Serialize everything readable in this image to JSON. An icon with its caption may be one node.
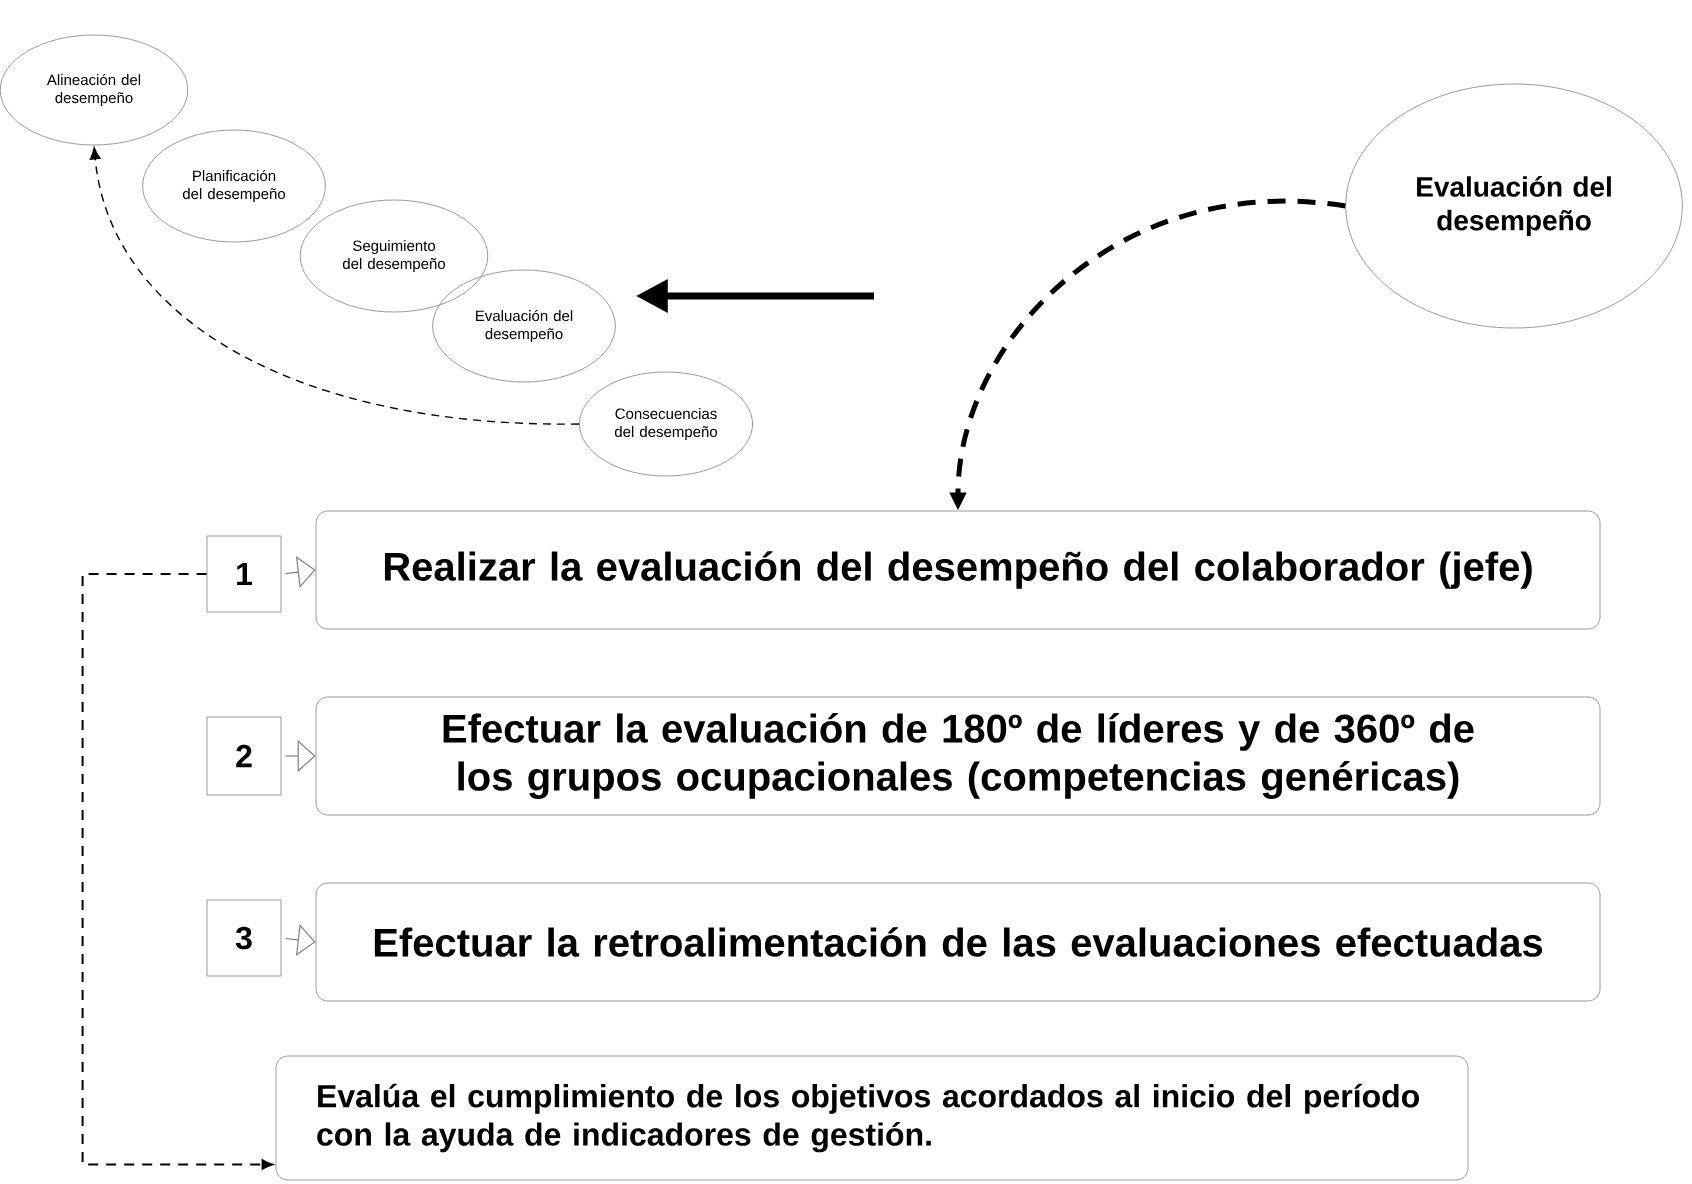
{
  "diagram": {
    "nodes": [
      {
        "text": [
          "Alineación del desempeño"
        ]
      },
      {
        "text": [
          "Planificación del desempeño"
        ]
      },
      {
        "text": [
          "Seguimiento del desempeño"
        ]
      },
      {
        "text": [
          "Evaluación del desempeño"
        ]
      },
      {
        "text": [
          "Consecuencias del desempeño"
        ]
      },
      {
        "text": [
          "Evaluación del desempeño"
        ]
      },
      {
        "text": [
          "1"
        ]
      },
      {
        "text": [
          "2"
        ]
      },
      {
        "text": [
          "3"
        ]
      },
      {
        "text": [
          "Realizar la evaluación del desempeño del colaborador (jefe)"
        ]
      },
      {
        "text": [
          "Efectuar la evaluación de 180º de líderes y de 360º de los grupos ocupacionales (competencias genéricas)"
        ]
      },
      {
        "text": [
          "Efectuar la retroalimentación de las evaluaciones efectuadas"
        ]
      },
      {
        "text": [
          "Evalúa el cumplimiento de los objetivos acordados al inicio del período con la ayuda de indicadores de gestión."
        ]
      }
    ],
    "edges": [
      {
        "from": 4,
        "to": 0,
        "arrow": "to",
        "style": "dashed"
      },
      {
        "from": null,
        "to": 3,
        "arrow": "to",
        "style": "thick"
      },
      {
        "from": 5,
        "to": 9,
        "arrow": "to",
        "style": "dashed"
      },
      {
        "from": 6,
        "to": 9,
        "arrow": "to",
        "color": "#808080"
      },
      {
        "from": 7,
        "to": 10,
        "arrow": "to",
        "color": "#808080"
      },
      {
        "from": 8,
        "to": 11,
        "arrow": "to",
        "color": "#808080"
      },
      {
        "from": 6,
        "to": 12,
        "arrow": "to",
        "style": "dashed"
      }
    ]
  }
}
